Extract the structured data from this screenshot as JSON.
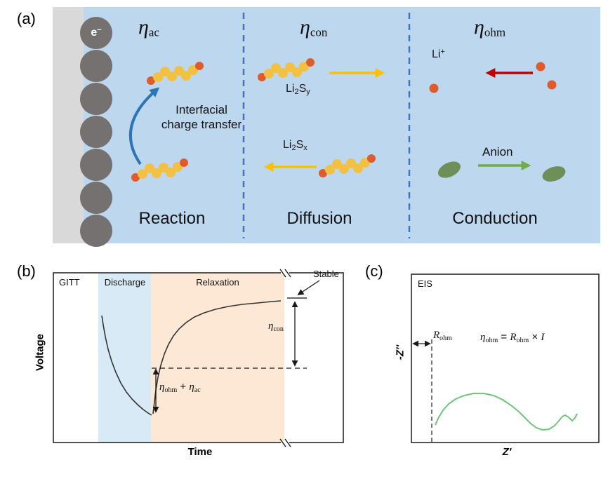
{
  "figure": {
    "panel_a_label": "(a)",
    "panel_b_label": "(b)",
    "panel_c_label": "(c)"
  },
  "panel_a": {
    "electron": {
      "base": "e",
      "sup": "−"
    },
    "eta_ac": {
      "sym": "η",
      "sub": "ac"
    },
    "eta_con": {
      "sym": "η",
      "sub": "con"
    },
    "eta_ohm": {
      "sym": "η",
      "sub": "ohm"
    },
    "interfacial": {
      "line1": "Interfacial",
      "line2": "charge transfer"
    },
    "li2sy": {
      "li": "Li",
      "two": "2",
      "s": "S",
      "sub": "y"
    },
    "li2sx": {
      "li": "Li",
      "two": "2",
      "s": "S",
      "sub": "x"
    },
    "li_ion": {
      "base": "Li",
      "sup": "+"
    },
    "anion": "Anion",
    "section_reaction": "Reaction",
    "section_diffusion": "Diffusion",
    "section_conduction": "Conduction"
  },
  "panel_b": {
    "method": "GITT",
    "region_discharge": "Discharge",
    "region_relaxation": "Relaxation",
    "stable": "Stable",
    "eta_con": {
      "sym": "η",
      "sub": "con"
    },
    "eta_sum": {
      "sym1": "η",
      "sub1": "ohm",
      "plus": " + ",
      "sym2": "η",
      "sub2": "ac"
    },
    "xlabel": "Time",
    "ylabel": "Voltage"
  },
  "panel_c": {
    "method": "EIS",
    "r_ohm": {
      "base": "R",
      "sub": "ohm"
    },
    "equation": {
      "eta": "η",
      "eta_sub": "ohm",
      "eq": " = ",
      "r": "R",
      "r_sub": "ohm",
      "times": " × ",
      "i": "I"
    },
    "xlabel": "Z'",
    "ylabel": "-Z''"
  },
  "colors": {
    "panel_bg": "#bdd7ee",
    "electrode_strip": "#d9d9d9",
    "electrode_particle": "#767171",
    "divider_blue": "#4472c4",
    "chain_yellow": "#f2c144",
    "end_orange": "#df5b2b",
    "arrow_blue": "#2e75b6",
    "arrow_yellow": "#ffc000",
    "arrow_red": "#c00000",
    "arrow_green": "#70ad47",
    "anion_green": "#6f8f58",
    "discharge_region": "#d9eaf7",
    "relaxation_region": "#fce8d5",
    "eis_curve": "#70c57a"
  },
  "chart_data": [
    {
      "type": "line",
      "title": "GITT voltage transient",
      "xlabel": "Time",
      "ylabel": "Voltage",
      "regions": [
        "Discharge",
        "Relaxation"
      ],
      "annotations": [
        "Stable",
        "η_con",
        "η_ohm + η_ac"
      ],
      "discharge_curve": [
        [
          70,
          62
        ],
        [
          72,
          75
        ],
        [
          75,
          92
        ],
        [
          79,
          110
        ],
        [
          84,
          127
        ],
        [
          90,
          143
        ],
        [
          97,
          158
        ],
        [
          105,
          171
        ],
        [
          113,
          181
        ],
        [
          121,
          189
        ],
        [
          129,
          196
        ],
        [
          136,
          201
        ],
        [
          141,
          204
        ]
      ],
      "relaxation_curve": [
        [
          143,
          202
        ],
        [
          145,
          185
        ],
        [
          147,
          168
        ],
        [
          150,
          150
        ],
        [
          154,
          133
        ],
        [
          159,
          117
        ],
        [
          165,
          103
        ],
        [
          172,
          91
        ],
        [
          180,
          81
        ],
        [
          190,
          72
        ],
        [
          202,
          64
        ],
        [
          216,
          58
        ],
        [
          232,
          53
        ],
        [
          250,
          49
        ],
        [
          270,
          46
        ],
        [
          292,
          44
        ],
        [
          312,
          42
        ],
        [
          325,
          41
        ]
      ],
      "stable_segment": [
        [
          334,
          37
        ],
        [
          362,
          37
        ]
      ]
    },
    {
      "type": "line",
      "title": "EIS Nyquist plot",
      "xlabel": "Z'",
      "ylabel": "-Z''",
      "annotations": [
        "R_ohm",
        "η_ohm = R_ohm × I"
      ],
      "curve": [
        [
          35,
          216
        ],
        [
          40,
          205
        ],
        [
          46,
          195
        ],
        [
          54,
          186
        ],
        [
          64,
          179
        ],
        [
          76,
          174
        ],
        [
          90,
          171
        ],
        [
          104,
          171
        ],
        [
          118,
          174
        ],
        [
          131,
          180
        ],
        [
          143,
          188
        ],
        [
          154,
          197
        ],
        [
          163,
          206
        ],
        [
          171,
          214
        ],
        [
          179,
          220
        ],
        [
          188,
          223
        ],
        [
          197,
          222
        ],
        [
          205,
          217
        ],
        [
          211,
          210
        ],
        [
          216,
          204
        ],
        [
          220,
          202
        ],
        [
          225,
          205
        ],
        [
          230,
          210
        ],
        [
          234,
          206
        ],
        [
          237,
          200
        ]
      ]
    }
  ]
}
